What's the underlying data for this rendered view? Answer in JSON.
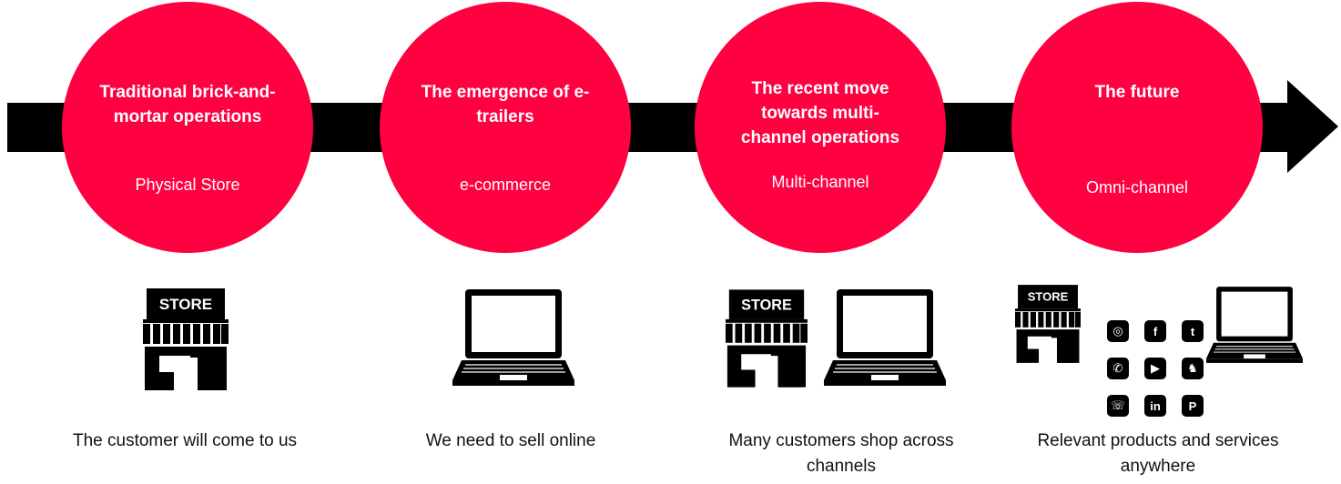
{
  "stages": [
    {
      "title": "Traditional  brick-and-mortar operations",
      "subtitle": "Physical Store",
      "caption": "The customer will come to us"
    },
    {
      "title": "The emergence of e-trailers",
      "subtitle": "e-commerce",
      "caption": "We need to sell online"
    },
    {
      "title": "The recent move towards multi-channel operations",
      "subtitle": "Multi-channel",
      "caption": "Many customers shop across channels"
    },
    {
      "title": "The future",
      "subtitle": "Omni-channel",
      "caption": "Relevant products and services anywhere"
    }
  ],
  "icons": {
    "store_label": "STORE"
  },
  "social_icons": [
    "instagram-icon",
    "facebook-icon",
    "twitter-icon",
    "whatsapp-icon",
    "youtube-icon",
    "snapchat-icon",
    "phone-icon",
    "linkedin-icon",
    "pinterest-icon"
  ],
  "social_glyphs": [
    "◎",
    "f",
    "t",
    "✆",
    "▶",
    "♞",
    "☏",
    "in",
    "P"
  ],
  "colors": {
    "circle": "#ff0040",
    "arrow": "#000000",
    "text": "#ffffff"
  }
}
